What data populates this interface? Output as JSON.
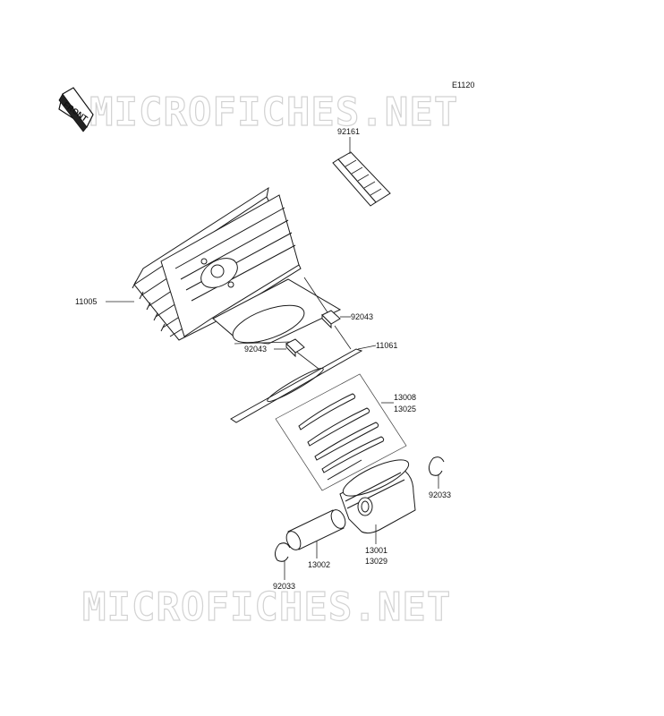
{
  "diagram_code": "E1120",
  "watermark": "MICROFICHES.NET",
  "front_label": "FRONT",
  "labels": {
    "p92161": "92161",
    "p11005": "11005",
    "p92043a": "92043",
    "p92043b": "92043",
    "p11061": "11061",
    "p13008": "13008",
    "p13025": "13025",
    "p92033a": "92033",
    "p13001": "13001",
    "p13029": "13029",
    "p13002": "13002",
    "p92033b": "92033"
  }
}
